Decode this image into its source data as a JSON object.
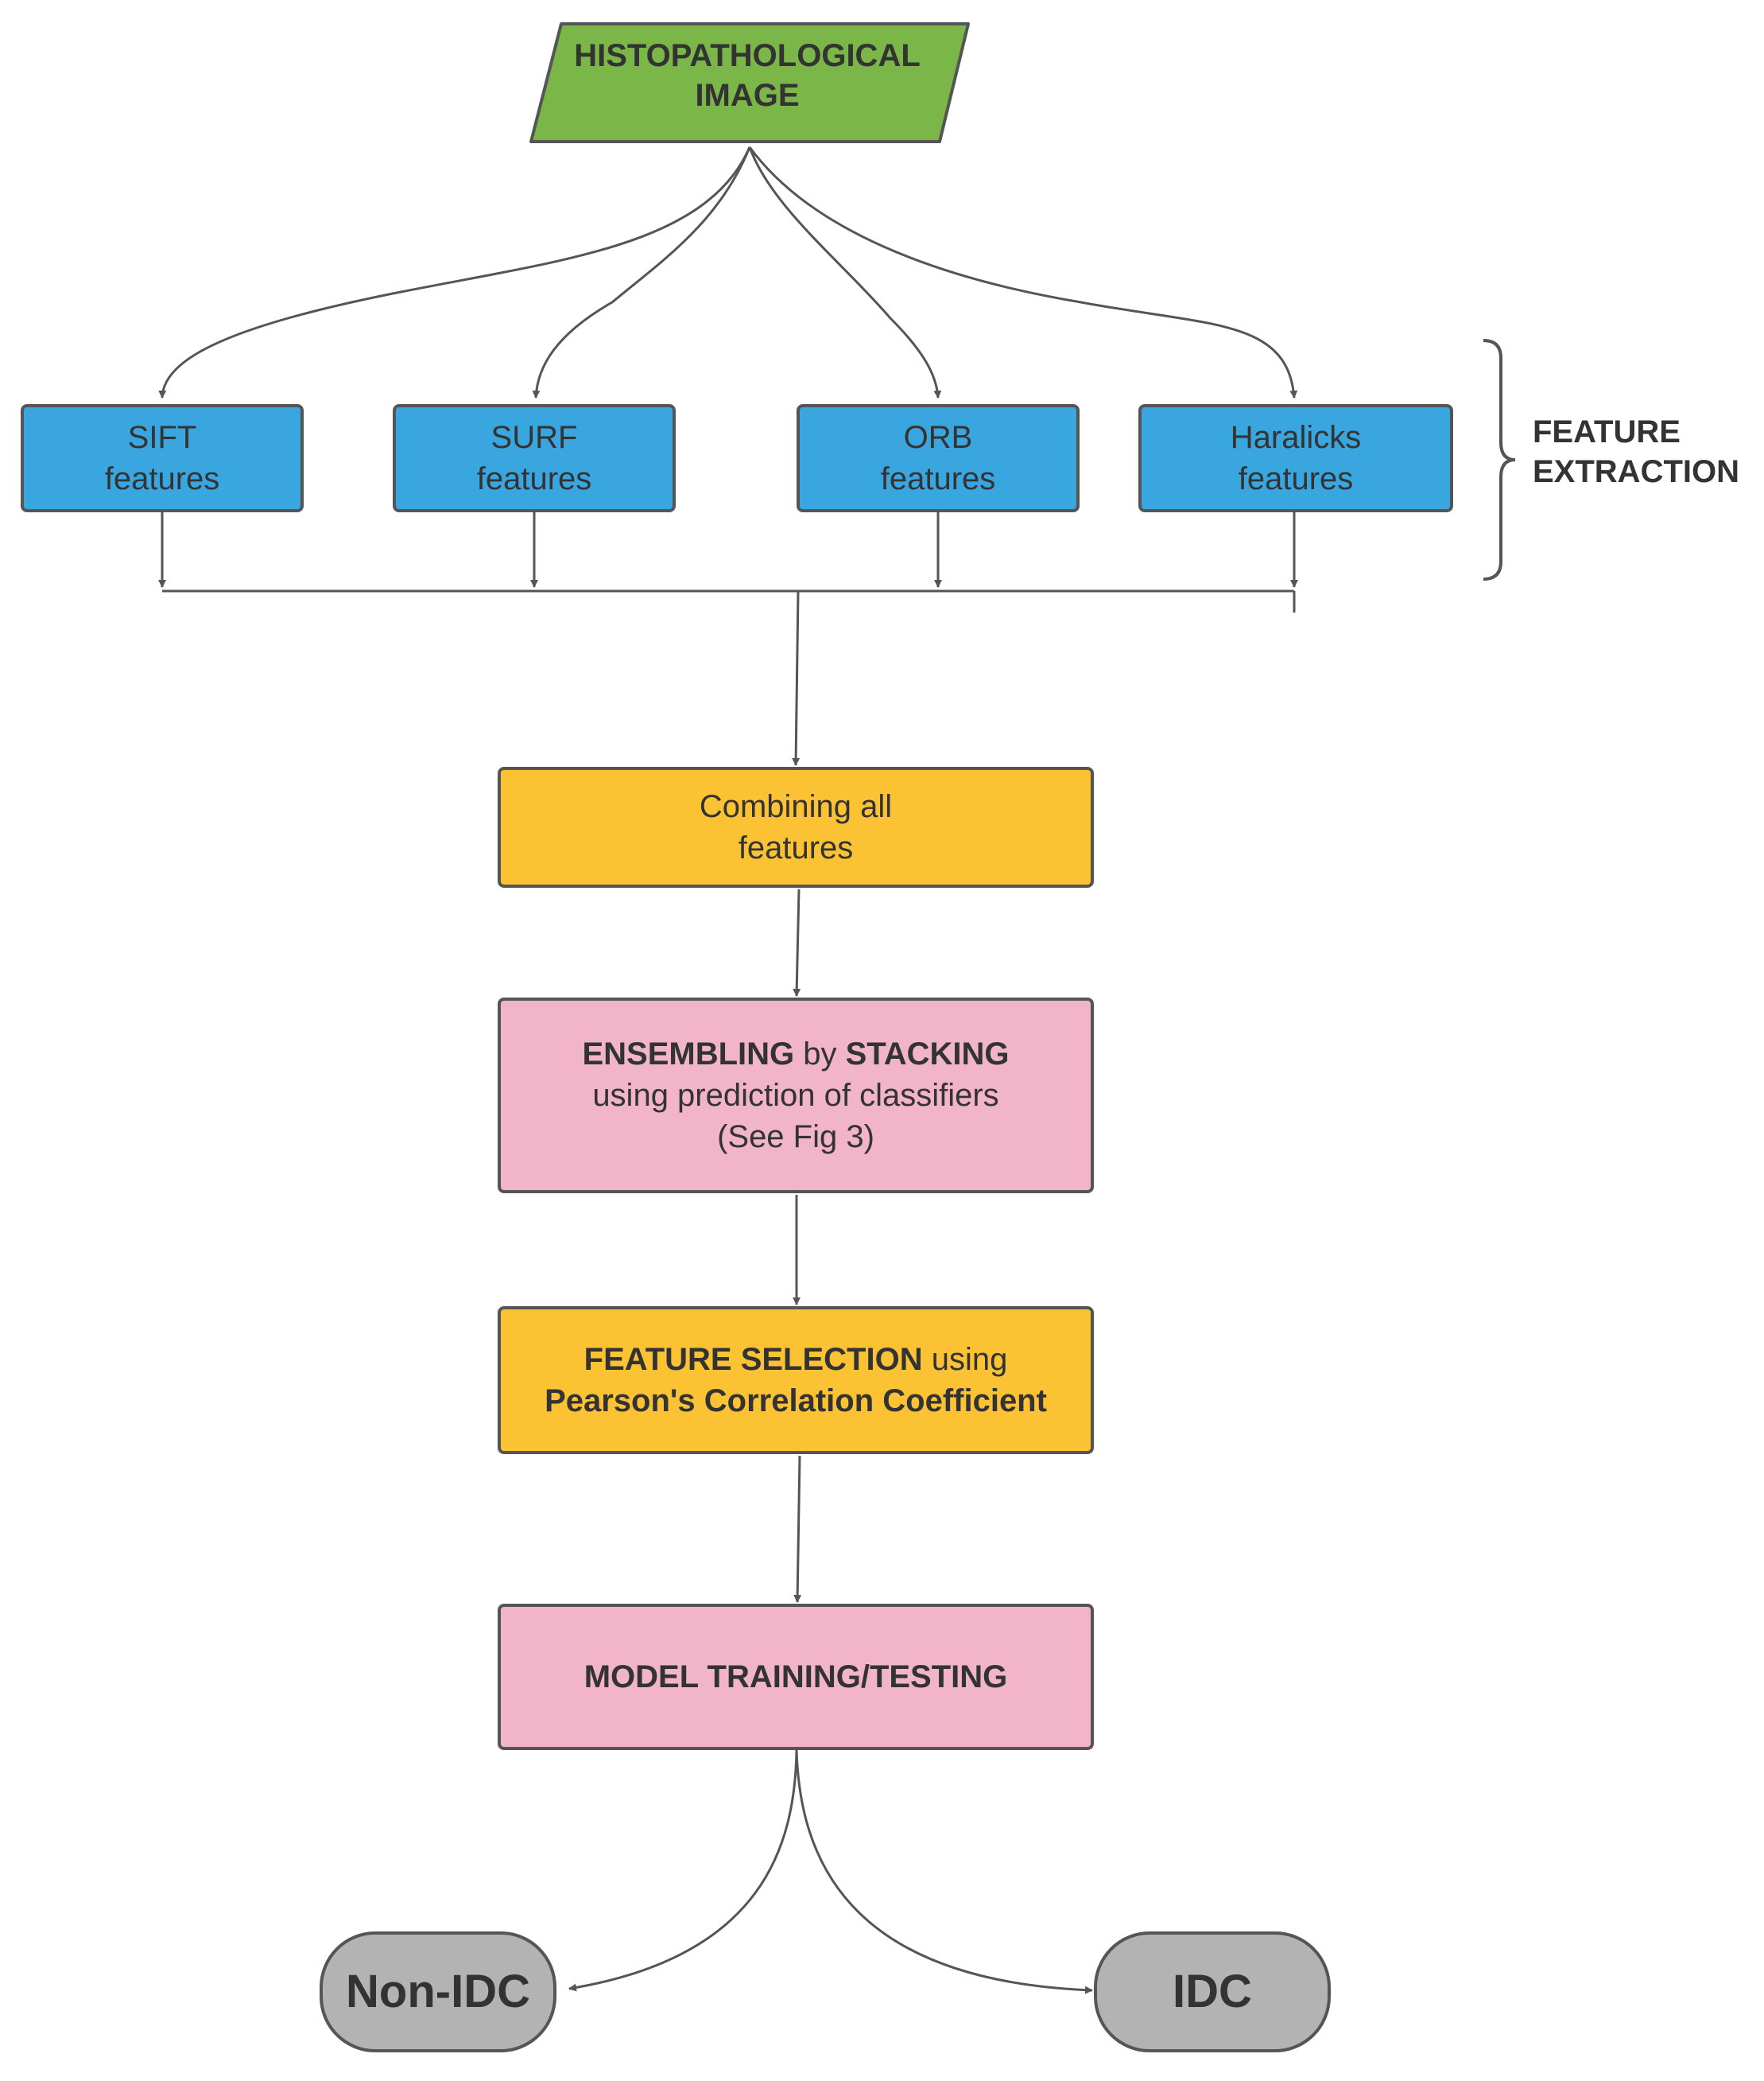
{
  "start": {
    "line1": "HISTOPATHOLOGICAL",
    "line2": "IMAGE"
  },
  "features": {
    "sift": {
      "line1": "SIFT",
      "line2": "features"
    },
    "surf": {
      "line1": "SURF",
      "line2": "features"
    },
    "orb": {
      "line1": "ORB",
      "line2": "features"
    },
    "haralick": {
      "line1": "Haralicks",
      "line2": "features"
    }
  },
  "group_label": {
    "line1": "FEATURE",
    "line2": "EXTRACTION"
  },
  "combine": {
    "line1": "Combining all",
    "line2": "features"
  },
  "ensemble": {
    "bold1": "ENSEMBLING",
    "mid": " by ",
    "bold2": "STACKING",
    "line2": "using prediction of classifiers",
    "line3": "(See Fig 3)"
  },
  "selection": {
    "bold1": "FEATURE SELECTION",
    "rest1": " using",
    "bold2": "Pearson's Correlation Coefficient"
  },
  "training": {
    "label": "MODEL TRAINING/TESTING"
  },
  "outcomes": {
    "non_idc": "Non-IDC",
    "idc": "IDC"
  },
  "colors": {
    "start": "#7ab648",
    "feature": "#3aa6e0",
    "combine": "#fbc334",
    "ensemble": "#f2b4c9",
    "outcome": "#b3b3b3",
    "stroke": "#555555"
  }
}
